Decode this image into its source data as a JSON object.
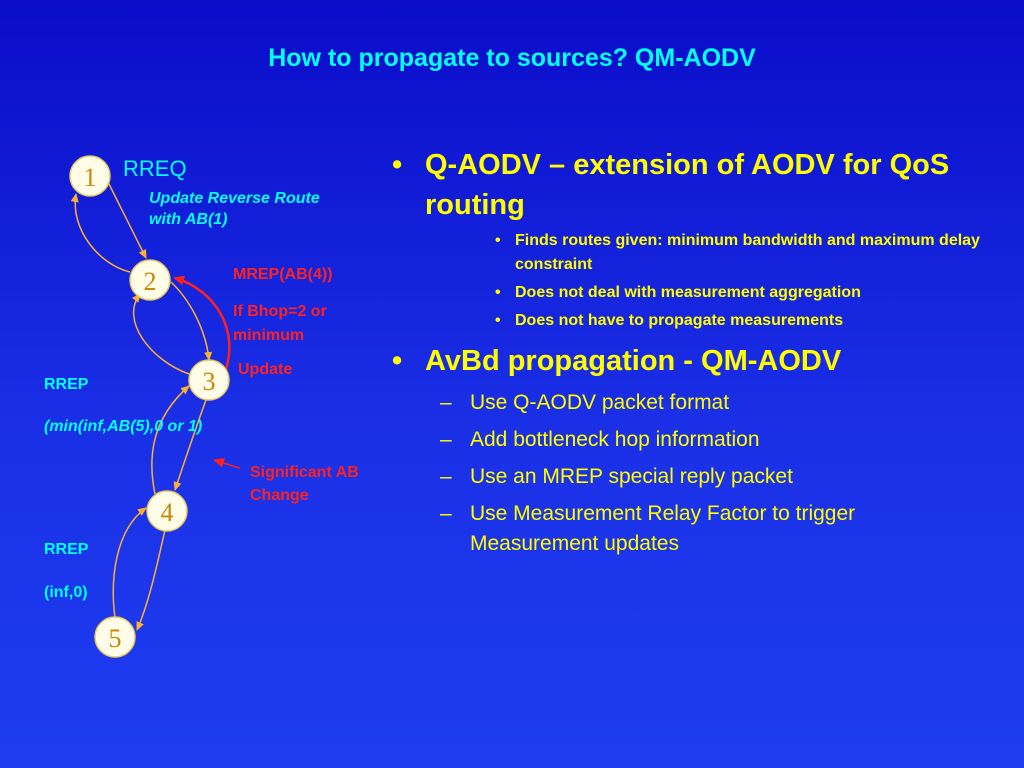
{
  "title": "How to propagate to sources? QM-AODV",
  "diagram": {
    "nodes": [
      "1",
      "2",
      "3",
      "4",
      "5"
    ],
    "rreq": "RREQ",
    "update_reverse": "Update Reverse Route with AB(1)",
    "mrep": "MREP(AB(4))",
    "if_bhop": "If Bhop=2 or minimum",
    "update": "Update",
    "rrep1": "RREP",
    "rrep1_value": "(min(inf,AB(5),0 or 1)",
    "significant": "Significant AB Change",
    "rrep2": "RREP",
    "rrep2_value": "(inf,0)",
    "colors": {
      "node_fill": "#fffde8",
      "node_text": "#c8860a",
      "arrow": "#ffb030",
      "mrep_arrow": "#ff2020",
      "cyan": "#00ffff",
      "yellow": "#ffff00"
    }
  },
  "bullets": {
    "b1": "Q-AODV – extension of AODV for QoS routing",
    "b1_subs": [
      "Finds routes given: minimum bandwidth and maximum delay constraint",
      "Does not deal with measurement aggregation",
      "Does not have to propagate measurements"
    ],
    "b2": "AvBd propagation - QM-AODV",
    "b2_subs": [
      "Use Q-AODV packet format",
      "Add bottleneck hop information",
      "Use an MREP special reply packet",
      "Use Measurement Relay Factor to trigger Measurement updates"
    ]
  }
}
